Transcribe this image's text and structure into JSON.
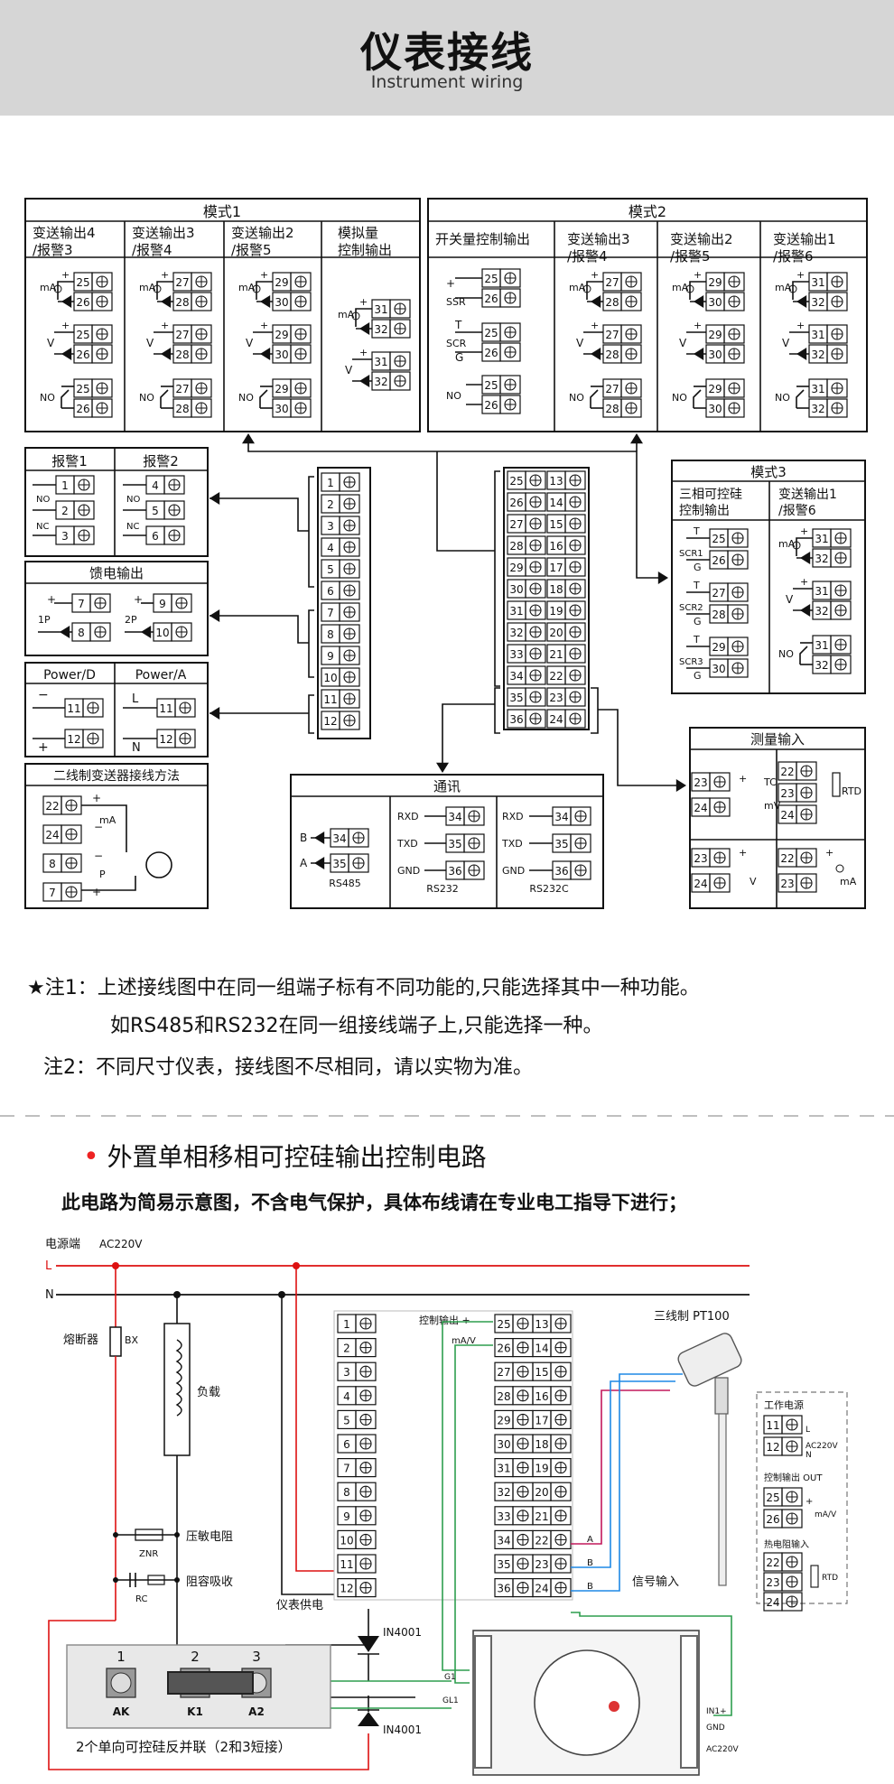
{
  "header": {
    "title": "仪表接线",
    "subtitle": "Instrument wiring"
  },
  "mode1": {
    "title": "模式1",
    "cols": [
      "变送输出4\n/报警3",
      "变送输出3\n/报警4",
      "变送输出2\n/报警5",
      "模拟量\n控制输出"
    ],
    "cells": [
      [
        "25",
        "26",
        "25",
        "26",
        "25",
        "26"
      ],
      [
        "27",
        "28",
        "27",
        "28",
        "27",
        "28"
      ],
      [
        "29",
        "30",
        "29",
        "30",
        "29",
        "30"
      ],
      [
        "31",
        "32",
        "31",
        "32"
      ]
    ]
  },
  "mode2": {
    "title": "模式2",
    "cols": [
      "开关量控制输出",
      "变送输出3\n/报警4",
      "变送输出2\n/报警5",
      "变送输出1\n/报警6"
    ],
    "cells": [
      [
        "25",
        "26",
        "25",
        "26",
        "25",
        "26"
      ],
      [
        "27",
        "28",
        "27",
        "28",
        "27",
        "28"
      ],
      [
        "29",
        "30",
        "29",
        "30",
        "29",
        "30"
      ],
      [
        "31",
        "32",
        "31",
        "32",
        "31",
        "32"
      ]
    ]
  },
  "mode3": {
    "title": "模式3",
    "cols": [
      "三相可控硅\n控制输出",
      "变送输出1\n/报警6"
    ]
  },
  "alarm": {
    "a1": "报警1",
    "a2": "报警2",
    "terms1": [
      "1",
      "2",
      "3"
    ],
    "terms2": [
      "4",
      "5",
      "6"
    ]
  },
  "relay": {
    "title": "馈电输出",
    "p1": "1P",
    "p2": "2P",
    "t": [
      "7",
      "8",
      "9",
      "10"
    ]
  },
  "power": {
    "d": "Power/D",
    "a": "Power/A",
    "t": [
      "11",
      "12",
      "11",
      "12"
    ]
  },
  "twowire": {
    "title": "二线制变送器接线方法",
    "t": [
      "22",
      "24",
      "8",
      "7"
    ]
  },
  "terminals_left": [
    "1",
    "2",
    "3",
    "4",
    "5",
    "6",
    "7",
    "8",
    "9",
    "10",
    "11",
    "12"
  ],
  "terminals_right": [
    [
      "25",
      "13"
    ],
    [
      "26",
      "14"
    ],
    [
      "27",
      "15"
    ],
    [
      "28",
      "16"
    ],
    [
      "29",
      "17"
    ],
    [
      "30",
      "18"
    ],
    [
      "31",
      "19"
    ],
    [
      "32",
      "20"
    ],
    [
      "33",
      "21"
    ],
    [
      "34",
      "22"
    ],
    [
      "35",
      "23"
    ],
    [
      "36",
      "24"
    ]
  ],
  "comm": {
    "title": "通讯",
    "rs485": "RS485",
    "rs232": "RS232",
    "rs232c": "RS232C",
    "b": "B",
    "a": "A",
    "rxd": "RXD",
    "txd": "TXD",
    "gnd": "GND"
  },
  "meas": {
    "title": "测量输入",
    "tc": "TC",
    "mv": "mV",
    "rtd": "RTD",
    "v": "V",
    "ma": "mA"
  },
  "labels": {
    "ma": "mA",
    "v": "V",
    "no": "NO",
    "nc": "NC",
    "ssr": "SSR",
    "scr": "SCR",
    "g": "G",
    "scr1": "SCR1",
    "scr2": "SCR2",
    "scr3": "SCR3",
    "l": "L",
    "n": "N"
  },
  "notes": {
    "n1": "★注1：上述接线图中在同一组端子标有不同功能的,只能选择其中一种功能。",
    "n1b": "如RS485和RS232在同一组接线端子上,只能选择一种。",
    "n2": "注2：不同尺寸仪表，接线图不尽相同，请以实物为准。"
  },
  "section2": {
    "bullet": "•",
    "title": "外置单相移相可控硅输出控制电路",
    "desc": "此电路为简易示意图，不含电气保护，具体布线请在专业电工指导下进行；"
  },
  "circuit": {
    "source": "电源端",
    "ac": "AC220V",
    "l": "L",
    "n": "N",
    "fuse": "熔断器",
    "bx": "BX",
    "load": "负载",
    "znr_name": "压敏电阻",
    "znr": "ZNR",
    "rc_name": "阻容吸收",
    "rc": "RC",
    "supply": "仪表供电",
    "ctrl": "控制输出 +",
    "mav": "mA/V",
    "pt100": "三线制 PT100",
    "signal": "信号输入",
    "a": "A",
    "b": "B",
    "d1": "IN4001",
    "d2": "IN4001",
    "scr_caption": "2个单向可控硅反并联（2和3短接）",
    "scr_pins": [
      "1",
      "2",
      "3"
    ],
    "scr_names": [
      "AK",
      "K1",
      "A2"
    ],
    "g1": "G1",
    "gl1": "GL1",
    "in1": "IN1+",
    "gnd": "GND",
    "ac220": "AC220V",
    "legend": {
      "work": "工作电源",
      "out": "控制输出 OUT",
      "rtd_in": "热电阻输入",
      "rtd": "RTD",
      "t": [
        "11",
        "12",
        "25",
        "26",
        "22",
        "23",
        "24"
      ]
    }
  }
}
